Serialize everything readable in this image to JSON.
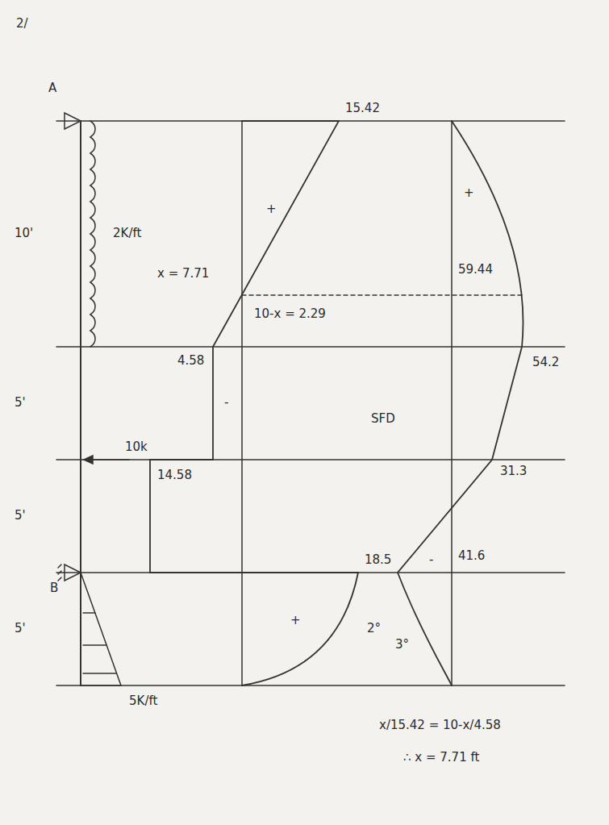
{
  "diagram": {
    "labels": [
      "2/",
      "A",
      "2K/ft",
      "10k",
      "B",
      "5K/ft",
      "10'",
      "5'",
      "5'",
      "5'",
      "15.42",
      "+",
      "x = 7.71",
      "10-x = 2.29",
      "4.58",
      "-",
      "14.58",
      "18.5",
      "+",
      "2°",
      "SFD",
      "59.44",
      "+",
      "54.2",
      "31.3",
      "41.6",
      "-",
      "3°",
      "x/15.42 = 10-x/4.58",
      "∴ x = 7.71 ft"
    ]
  }
}
